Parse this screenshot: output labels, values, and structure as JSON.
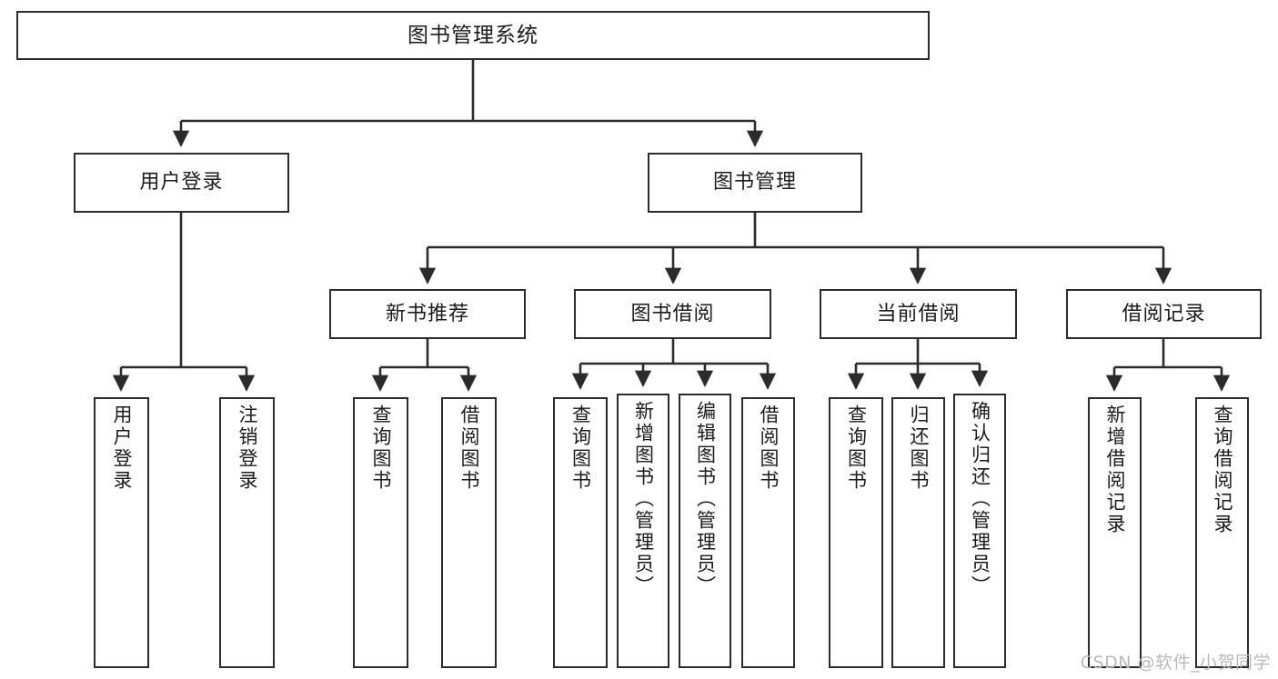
{
  "diagram": {
    "title": "图书管理系统",
    "type": "tree-hierarchy-diagram",
    "root": {
      "id": "root",
      "label": "图书管理系统"
    },
    "level2": [
      {
        "id": "user-login",
        "label": "用户登录"
      },
      {
        "id": "book-manage",
        "label": "图书管理"
      }
    ],
    "level3": [
      {
        "id": "new-book-recommend",
        "label": "新书推荐"
      },
      {
        "id": "book-borrow",
        "label": "图书借阅"
      },
      {
        "id": "current-borrow",
        "label": "当前借阅"
      },
      {
        "id": "borrow-record",
        "label": "借阅记录"
      }
    ],
    "leaves": [
      {
        "id": "leaf-user-login",
        "label": "用户登录",
        "parent": "user-login"
      },
      {
        "id": "leaf-logout-login",
        "label": "注销登录",
        "parent": "user-login"
      },
      {
        "id": "leaf-query-book-1",
        "label": "查询图书",
        "parent": "new-book-recommend"
      },
      {
        "id": "leaf-borrow-book-1",
        "label": "借阅图书",
        "parent": "new-book-recommend"
      },
      {
        "id": "leaf-query-book-2",
        "label": "查询图书",
        "parent": "book-borrow"
      },
      {
        "id": "leaf-add-book-admin",
        "label": "新增图书（管理员）",
        "parent": "book-borrow"
      },
      {
        "id": "leaf-edit-book-admin",
        "label": "编辑图书（管理员）",
        "parent": "book-borrow"
      },
      {
        "id": "leaf-borrow-book-2",
        "label": "借阅图书",
        "parent": "book-borrow"
      },
      {
        "id": "leaf-query-book-3",
        "label": "查询图书",
        "parent": "current-borrow"
      },
      {
        "id": "leaf-return-book",
        "label": "归还图书",
        "parent": "current-borrow"
      },
      {
        "id": "leaf-confirm-return-admin",
        "label": "确认归还（管理员）",
        "parent": "current-borrow"
      },
      {
        "id": "leaf-add-borrow-record",
        "label": "新增借阅记录",
        "parent": "borrow-record"
      },
      {
        "id": "leaf-query-borrow-record",
        "label": "查询借阅记录",
        "parent": "borrow-record"
      }
    ]
  },
  "watermark": {
    "text": "CSDN @软件_小贺同学"
  },
  "colors": {
    "border": "#2b2b2b",
    "background": "#ffffff",
    "text": "#1b1b1b",
    "watermark": "#b9b9b9"
  }
}
